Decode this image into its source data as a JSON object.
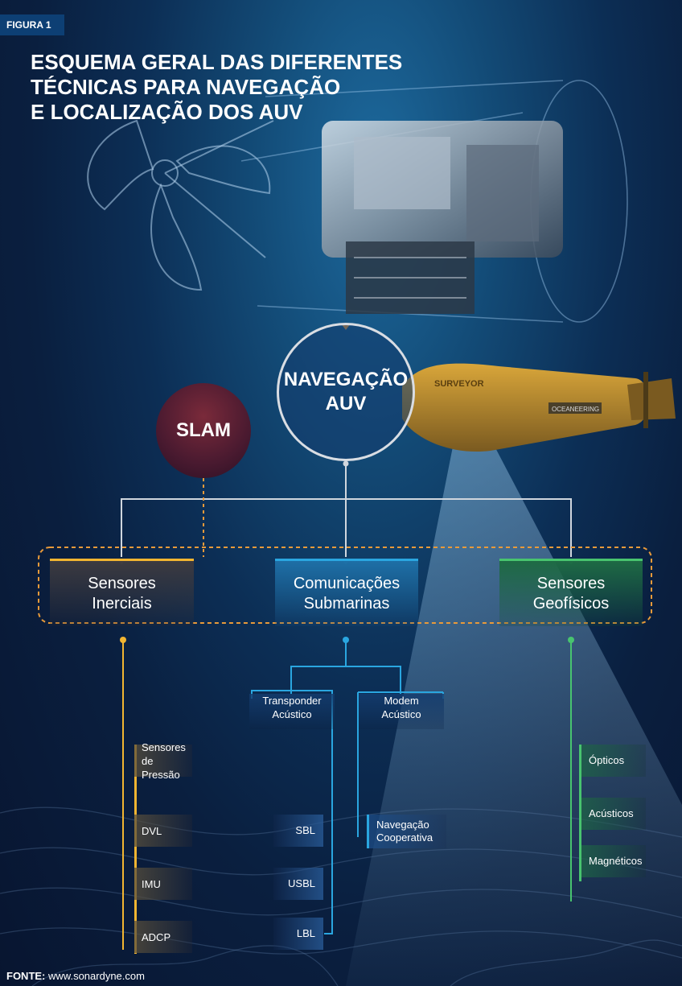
{
  "badge": "FIGURA 1",
  "title": [
    "ESQUEMA GERAL DAS DIFERENTES",
    "TÉCNICAS PARA NAVEGAÇÃO",
    "E LOCALIZAÇÃO DOS AUV"
  ],
  "center_node": [
    "NAVEGAÇÃO",
    "AUV"
  ],
  "slam_node": "SLAM",
  "categories": {
    "inertial": [
      "Sensores",
      "Inerciais"
    ],
    "comms": [
      "Comunicações",
      "Submarinas"
    ],
    "geo": [
      "Sensores",
      "Geofísicos"
    ]
  },
  "comm_subs": {
    "transponder": [
      "Transponder",
      "Acústico"
    ],
    "modem": [
      "Modem",
      "Acústico"
    ]
  },
  "inertial_leaves": [
    [
      "Sensores",
      "de Pressão"
    ],
    [
      "DVL"
    ],
    [
      "IMU"
    ],
    [
      "ADCP"
    ]
  ],
  "transponder_leaves": [
    "SBL",
    "USBL",
    "LBL"
  ],
  "modem_leaf": [
    "Navegação",
    "Cooperativa"
  ],
  "geo_leaves": [
    "Ópticos",
    "Acústicos",
    "Magnéticos"
  ],
  "vehicle_labels": {
    "name": "SURVEYOR",
    "brand": "OCEANEERING"
  },
  "source": {
    "label": "FONTE:",
    "text": "www.sonardyne.com"
  },
  "colors": {
    "yellow": "#f2b531",
    "blue": "#2aa6e0",
    "green": "#48c46f",
    "orange": "#e89a3a"
  }
}
